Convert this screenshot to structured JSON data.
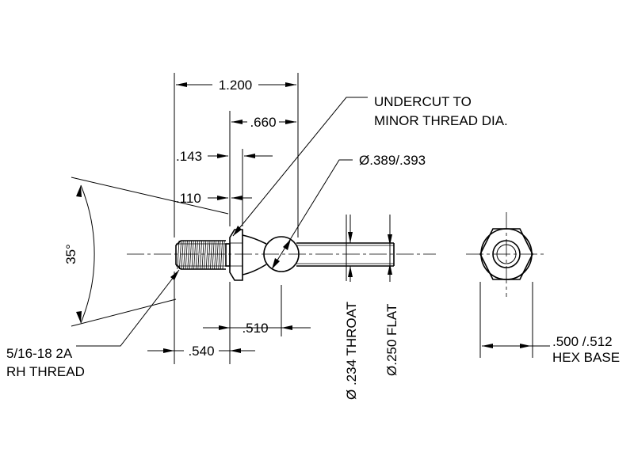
{
  "dimensions": {
    "overall_length": "1.200",
    "ball_offset": ".660",
    "collar_width": ".143",
    "undercut_width": ".110",
    "angle": "35°",
    "ball_to_collar": ".510",
    "thread_length": ".540",
    "ball_diameter": "Ø.389/.393",
    "throat": "Ø .234 THROAT",
    "flat": "Ø.250 FLAT",
    "hex_size": ".500 /.512"
  },
  "notes": {
    "undercut_line1": "UNDERCUT TO",
    "undercut_line2": "MINOR THREAD DIA.",
    "thread_line1": "5/16-18 2A",
    "thread_line2": "RH THREAD",
    "hex_base": "HEX BASE"
  },
  "colors": {
    "ink": "#000000",
    "paper": "#ffffff"
  }
}
